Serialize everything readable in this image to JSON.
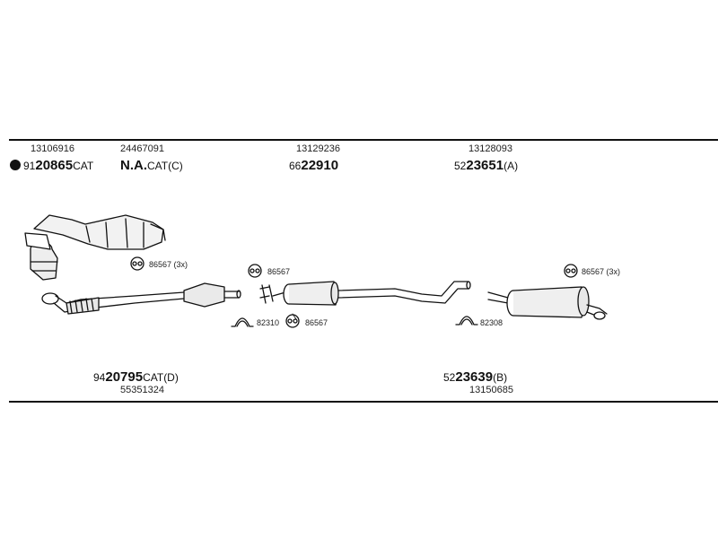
{
  "top_row": [
    {
      "oe": "13106916",
      "prefix": "91",
      "bold": "20865",
      "suffix": "CAT"
    },
    {
      "oe": "24467091",
      "prefix": "",
      "bold": "N.A.",
      "suffix": "CAT(C)"
    },
    {
      "oe": "13129236",
      "prefix": "66",
      "bold": "22910",
      "suffix": ""
    },
    {
      "oe": "13128093",
      "prefix": "52",
      "bold": "23651",
      "suffix": "(A)"
    }
  ],
  "bottom_row": [
    {
      "oe": "55351324",
      "prefix": "94",
      "bold": "20795",
      "suffix": "CAT(D)"
    },
    {
      "oe": "13150685",
      "prefix": "52",
      "bold": "23639",
      "suffix": "(B)"
    }
  ],
  "callouts": {
    "c1": "86567 (3x)",
    "c2": "86567",
    "c3": "82310",
    "c4": "86567",
    "c5": "82308",
    "c6": "86567 (3x)"
  }
}
